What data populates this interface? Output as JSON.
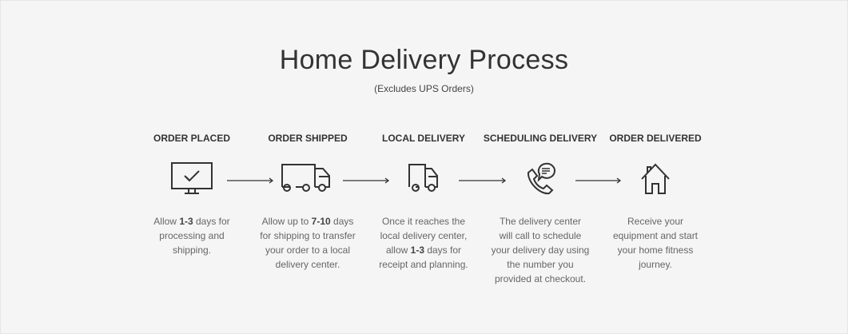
{
  "header": {
    "title": "Home Delivery Process",
    "subtitle": "(Excludes UPS Orders)"
  },
  "colors": {
    "icon_stroke": "#333333",
    "text": "#666666"
  },
  "steps": [
    {
      "title": "ORDER PLACED",
      "icon": "monitor-check-icon",
      "desc": [
        [
          {
            "t": "Allow "
          },
          {
            "t": "1-3",
            "b": true
          },
          {
            "t": " days for"
          }
        ],
        [
          {
            "t": "processing and"
          }
        ],
        [
          {
            "t": "shipping."
          }
        ]
      ]
    },
    {
      "title": "ORDER SHIPPED",
      "icon": "large-truck-icon",
      "desc": [
        [
          {
            "t": "Allow up to "
          },
          {
            "t": "7-10",
            "b": true
          },
          {
            "t": " days"
          }
        ],
        [
          {
            "t": "for shipping to transfer"
          }
        ],
        [
          {
            "t": "your order to a local"
          }
        ],
        [
          {
            "t": "delivery center."
          }
        ]
      ]
    },
    {
      "title": "LOCAL DELIVERY",
      "icon": "small-truck-icon",
      "desc": [
        [
          {
            "t": "Once it reaches the"
          }
        ],
        [
          {
            "t": "local delivery center,"
          }
        ],
        [
          {
            "t": "allow "
          },
          {
            "t": "1-3",
            "b": true
          },
          {
            "t": " days for"
          }
        ],
        [
          {
            "t": "receipt and planning."
          }
        ]
      ]
    },
    {
      "title": "SCHEDULING DELIVERY",
      "icon": "phone-message-icon",
      "desc": [
        [
          {
            "t": "The delivery center"
          }
        ],
        [
          {
            "t": "will call to schedule"
          }
        ],
        [
          {
            "t": "your delivery day using"
          }
        ],
        [
          {
            "t": "the number you"
          }
        ],
        [
          {
            "t": "provided at checkout."
          }
        ]
      ]
    },
    {
      "title": "ORDER DELIVERED",
      "icon": "house-icon",
      "desc": [
        [
          {
            "t": "Receive your"
          }
        ],
        [
          {
            "t": "equipment and start"
          }
        ],
        [
          {
            "t": "your home fitness"
          }
        ],
        [
          {
            "t": "journey."
          }
        ]
      ]
    }
  ]
}
